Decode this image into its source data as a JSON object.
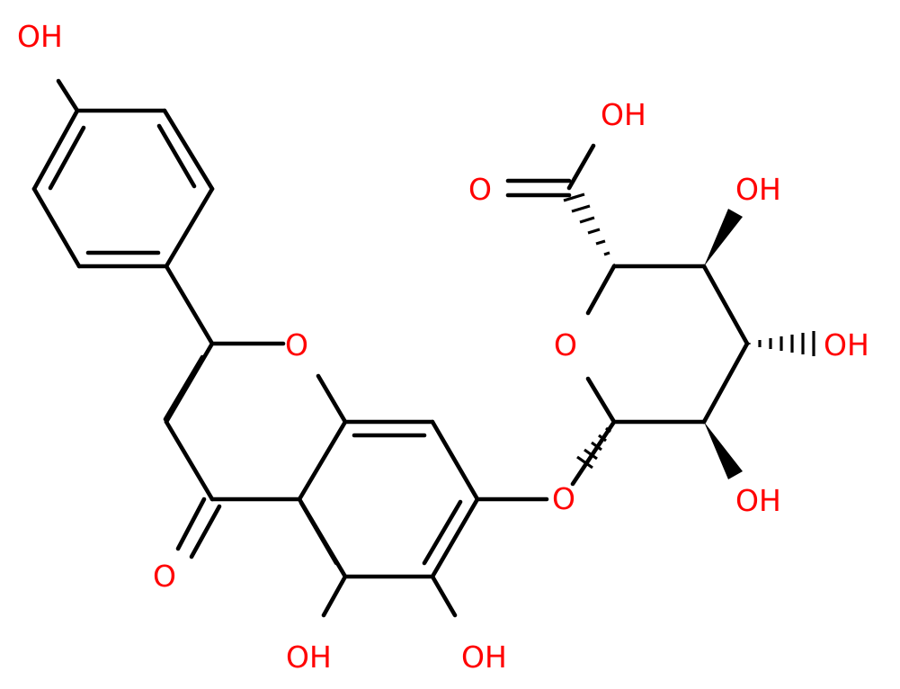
{
  "colors": {
    "bond": "#000000",
    "heteroatom": "#ff0000",
    "background": "#ffffff"
  },
  "atoms": {
    "oh_phenol": "OH",
    "o_pyran": "O",
    "o_keto": "O",
    "oh_5": "OH",
    "oh_6": "OH",
    "o_glycosidic": "O",
    "o_sugar_ring": "O",
    "oh_acid": "OH",
    "o_acid": "O",
    "oh_c4": "OH",
    "oh_c3": "OH",
    "oh_c2": "OH"
  }
}
